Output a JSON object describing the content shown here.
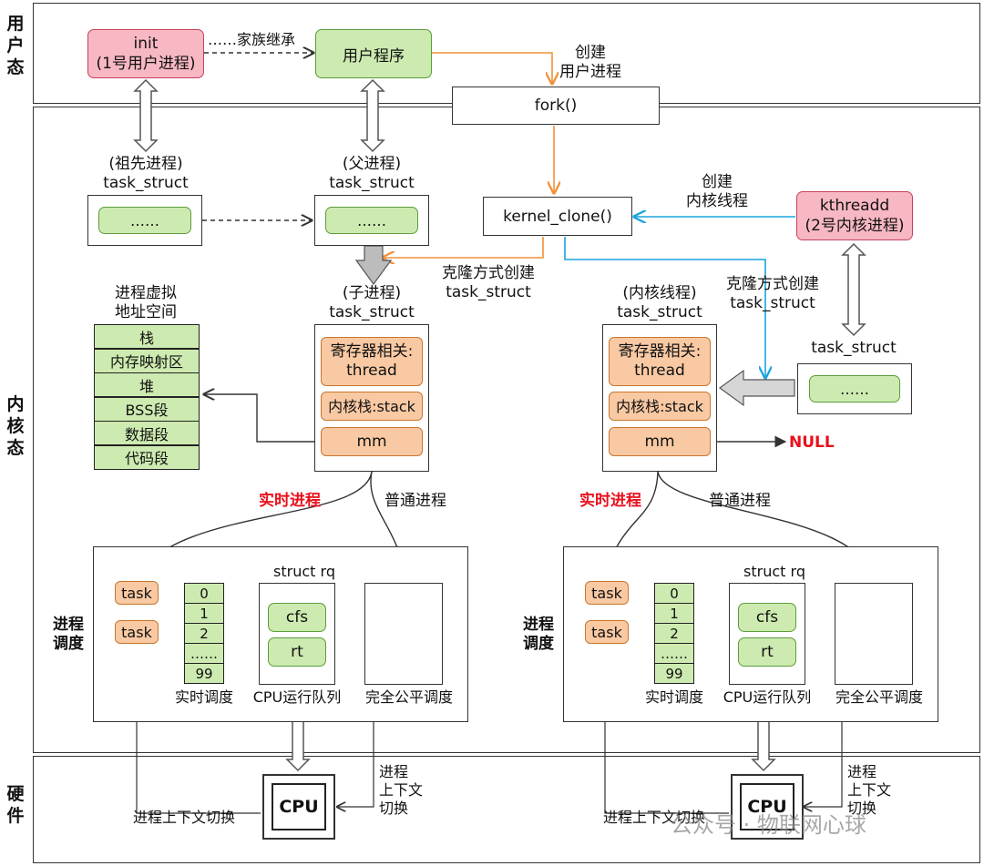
{
  "layers": {
    "user": "用户态",
    "kernel": "内核态",
    "hardware": "硬件"
  },
  "user_space": {
    "init": "init\n(1号用户进程)",
    "inherit_label": "……家族继承",
    "user_program": "用户程序",
    "create_label": "创建\n用户进程",
    "fork": "fork()"
  },
  "kernel_space": {
    "ancestor_label": "(祖先进程)\ntask_struct",
    "ancestor_inner": "……",
    "parent_label": "(父进程)\ntask_struct",
    "parent_inner": "……",
    "kernel_clone": "kernel_clone()",
    "create_kthread_label": "创建\n内核线程",
    "kthreadd": "kthreadd\n(2号内核进程)",
    "clone_left_label": "克隆方式创建\ntask_struct",
    "clone_right_label": "克隆方式创建\ntask_struct",
    "kthreadd_task_label": "task_struct",
    "kthreadd_task_inner": "……",
    "vm_title": "进程虚拟\n地址空间",
    "vm_segments": [
      "栈",
      "内存映射区",
      "堆",
      "BSS段",
      "数据段",
      "代码段"
    ],
    "child_label": "(子进程)\ntask_struct",
    "kthread_label": "(内核线程)\ntask_struct",
    "fields": {
      "thread": "寄存器相关:\nthread",
      "stack": "内核栈:stack",
      "mm": "mm"
    },
    "null_label": "NULL",
    "realtime_process": "实时进程",
    "normal_process": "普通进程"
  },
  "scheduler": {
    "section_label": "进程\n调度",
    "rq_title": "struct rq",
    "task": "task",
    "prio_cells": [
      "0",
      "1",
      "2",
      "……",
      "99"
    ],
    "cfs": "cfs",
    "rt": "rt",
    "rt_sched": "实时调度",
    "cpu_rq": "CPU运行队列",
    "cfs_sched": "完全公平调度"
  },
  "hardware": {
    "cpu": "CPU",
    "ctx_switch_left": "进程上下文切换",
    "ctx_switch_right": "进程\n上下文\n切换"
  },
  "watermark": "公众号 · 物联网心球",
  "colors": {
    "orange_arrow": "#f0913a",
    "blue_arrow": "#1aa3e0",
    "red_text": "#e8101c",
    "pink_box": "#f7b7c3",
    "green_box": "#cdeab0",
    "orange_box": "#f9c9a3"
  }
}
